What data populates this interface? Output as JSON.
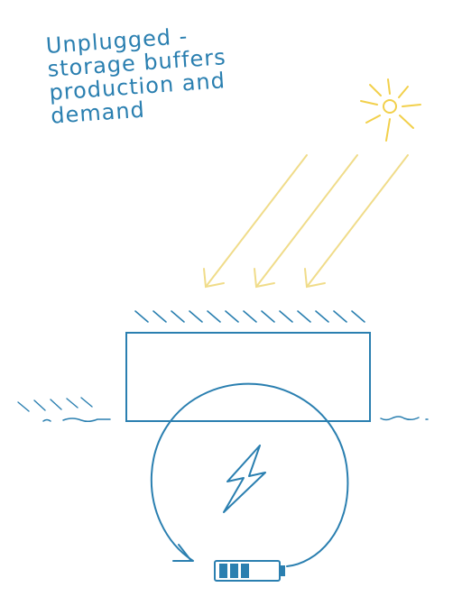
{
  "title_lines": [
    "Unplugged -",
    "storage buffers",
    "production and",
    "demand"
  ],
  "colors": {
    "ink": "#2a7fb0",
    "sun": "#f2d04b",
    "rays": "#f0dc8a",
    "background": "#ffffff"
  },
  "icons": [
    "sun-icon",
    "lightning-bolt-icon",
    "battery-icon"
  ]
}
